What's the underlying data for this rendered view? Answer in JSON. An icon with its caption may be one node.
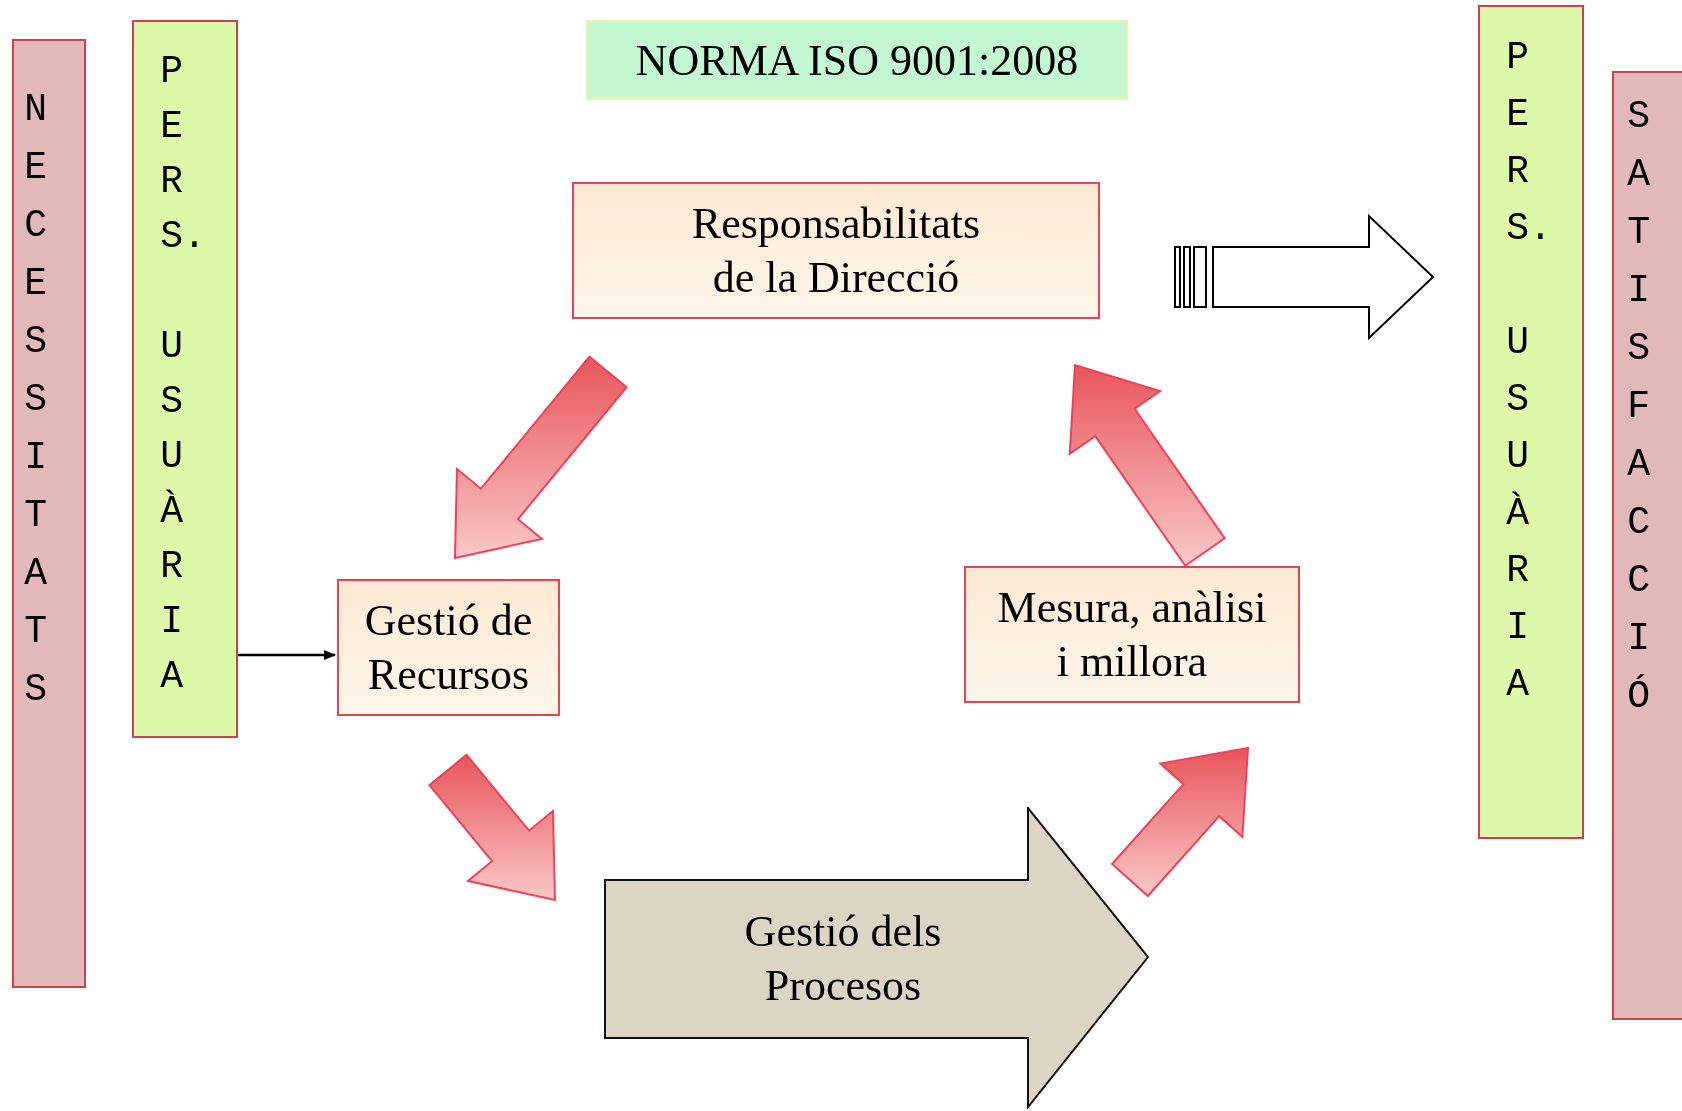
{
  "diagram": {
    "title": "NORMA ISO 9001:2008",
    "nodes": [
      {
        "text": [
          "NECESSITATS"
        ]
      },
      {
        "text": [
          "PERS. USUÀRIA"
        ]
      },
      {
        "text": [
          "Responsabilitats de la Direcció"
        ]
      },
      {
        "text": [
          "Gestió de Recursos"
        ]
      },
      {
        "text": [
          "Mesura, anàlisi i millora"
        ]
      },
      {
        "text": [
          "Gestió dels Procesos"
        ]
      },
      {
        "text": [
          "PERS. USUÀRIA"
        ]
      },
      {
        "text": [
          "SATISFACCIÓ"
        ]
      }
    ],
    "edges": [
      {
        "from": 1,
        "to": 3,
        "arrow": "to"
      },
      {
        "from": 2,
        "to": 3,
        "arrow": "to",
        "style": "thick",
        "color": "#e8555a"
      },
      {
        "from": 3,
        "to": 5,
        "arrow": "to",
        "style": "thick",
        "color": "#e8555a"
      },
      {
        "from": 5,
        "to": 4,
        "arrow": "to",
        "style": "thick",
        "color": "#e8555a"
      },
      {
        "from": 4,
        "to": 2,
        "arrow": "to",
        "style": "thick",
        "color": "#e8555a"
      },
      {
        "from": 2,
        "to": 6,
        "arrow": "to",
        "style": "thick"
      }
    ]
  }
}
